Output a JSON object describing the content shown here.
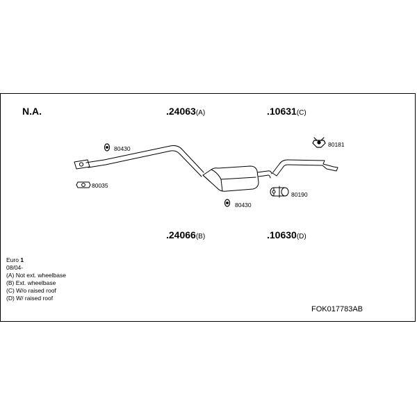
{
  "header": {
    "na_label": "N.A."
  },
  "parts": {
    "top_middle": {
      "number": ".24063",
      "variant": "(A)"
    },
    "top_right": {
      "number": ".10631",
      "variant": "(C)"
    },
    "bottom_middle": {
      "number": ".24066",
      "variant": "(B)"
    },
    "bottom_right": {
      "number": ".10630",
      "variant": "(D)"
    }
  },
  "accessories": {
    "hanger_left": "80430",
    "gasket": "80035",
    "hanger_mid": "80430",
    "clamp": "80190",
    "hanger_right": "80181"
  },
  "notes": {
    "euro_prefix": "Euro ",
    "euro_value": "1",
    "date": "08/04-",
    "a": "(A) Not ext. wheelbase",
    "b": "(B) Ext. wheelbase",
    "c": "(C) W/o raised roof",
    "d": "(D) W/ raised roof"
  },
  "kit_code": "FOK017783AB"
}
